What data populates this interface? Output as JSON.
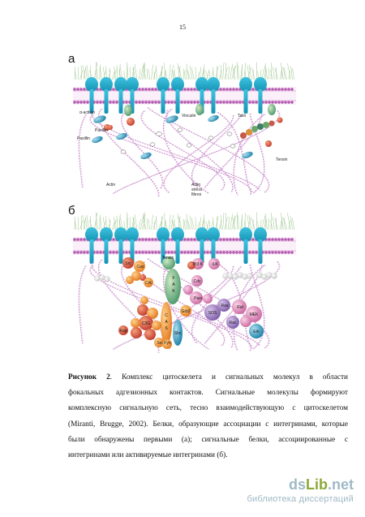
{
  "page_number": "15",
  "panels": {
    "a": "а",
    "b": "б"
  },
  "figure_a_labels": {
    "alpha_actinin": "α-actinin",
    "paxillin_1": "Paxillin",
    "paxillin_2": "Paxillin",
    "vinculin": "Vinculin",
    "talin": "Talin",
    "actin": "Actin",
    "actin_stress": "Actin",
    "stress": "stress",
    "fibres": "fibres",
    "tensin": "Tensin"
  },
  "figure_b_labels": {
    "src": "Src",
    "cas": "Cas",
    "tensin": "Tensin",
    "fak": [
      "F",
      "A",
      "K"
    ],
    "crk": "Crk",
    "pi3k": "PI3 K",
    "ilk": "ILK",
    "cdc42": "Cdc",
    "paxillin": "Paxi",
    "grb2": "Grb2",
    "sos": "SOS",
    "ras": "Ras",
    "raf": "Raf",
    "mek": "MEK",
    "rac": "Rac",
    "erk": "Erk",
    "c3g": "C3G",
    "rap": "Rap",
    "cas_vertical": [
      "C",
      "A",
      "S"
    ],
    "shc": "Shc",
    "fyn": "Src Fyn"
  },
  "caption": {
    "label": "Рисунок 2",
    "lines": [
      ". Комплекс цитоскелета и сигнальных молекул в области",
      "фокальных адгезионных контактов. Сигнальные молекулы формируют",
      "комплексную сигнальную сеть, тесно взаимодействующую с цитоскелетом",
      "(Miranti, Brugge, 2002). Белки, образующие ассоциации с интегринами, которые",
      "были обнаружены первыми (а); сигнальные белки, ассоциированные с",
      "интегринами или активируемые интегринами (б)."
    ]
  },
  "watermark": {
    "logo_left": "ds",
    "logo_mid": "Lib",
    "logo_right": ".net",
    "subtitle": "библиотека диссертаций"
  },
  "colors": {
    "integrin": "#22a9c9",
    "membrane": "#a94fa8",
    "actin": "#c689c8",
    "grass": "#9bc48a"
  }
}
